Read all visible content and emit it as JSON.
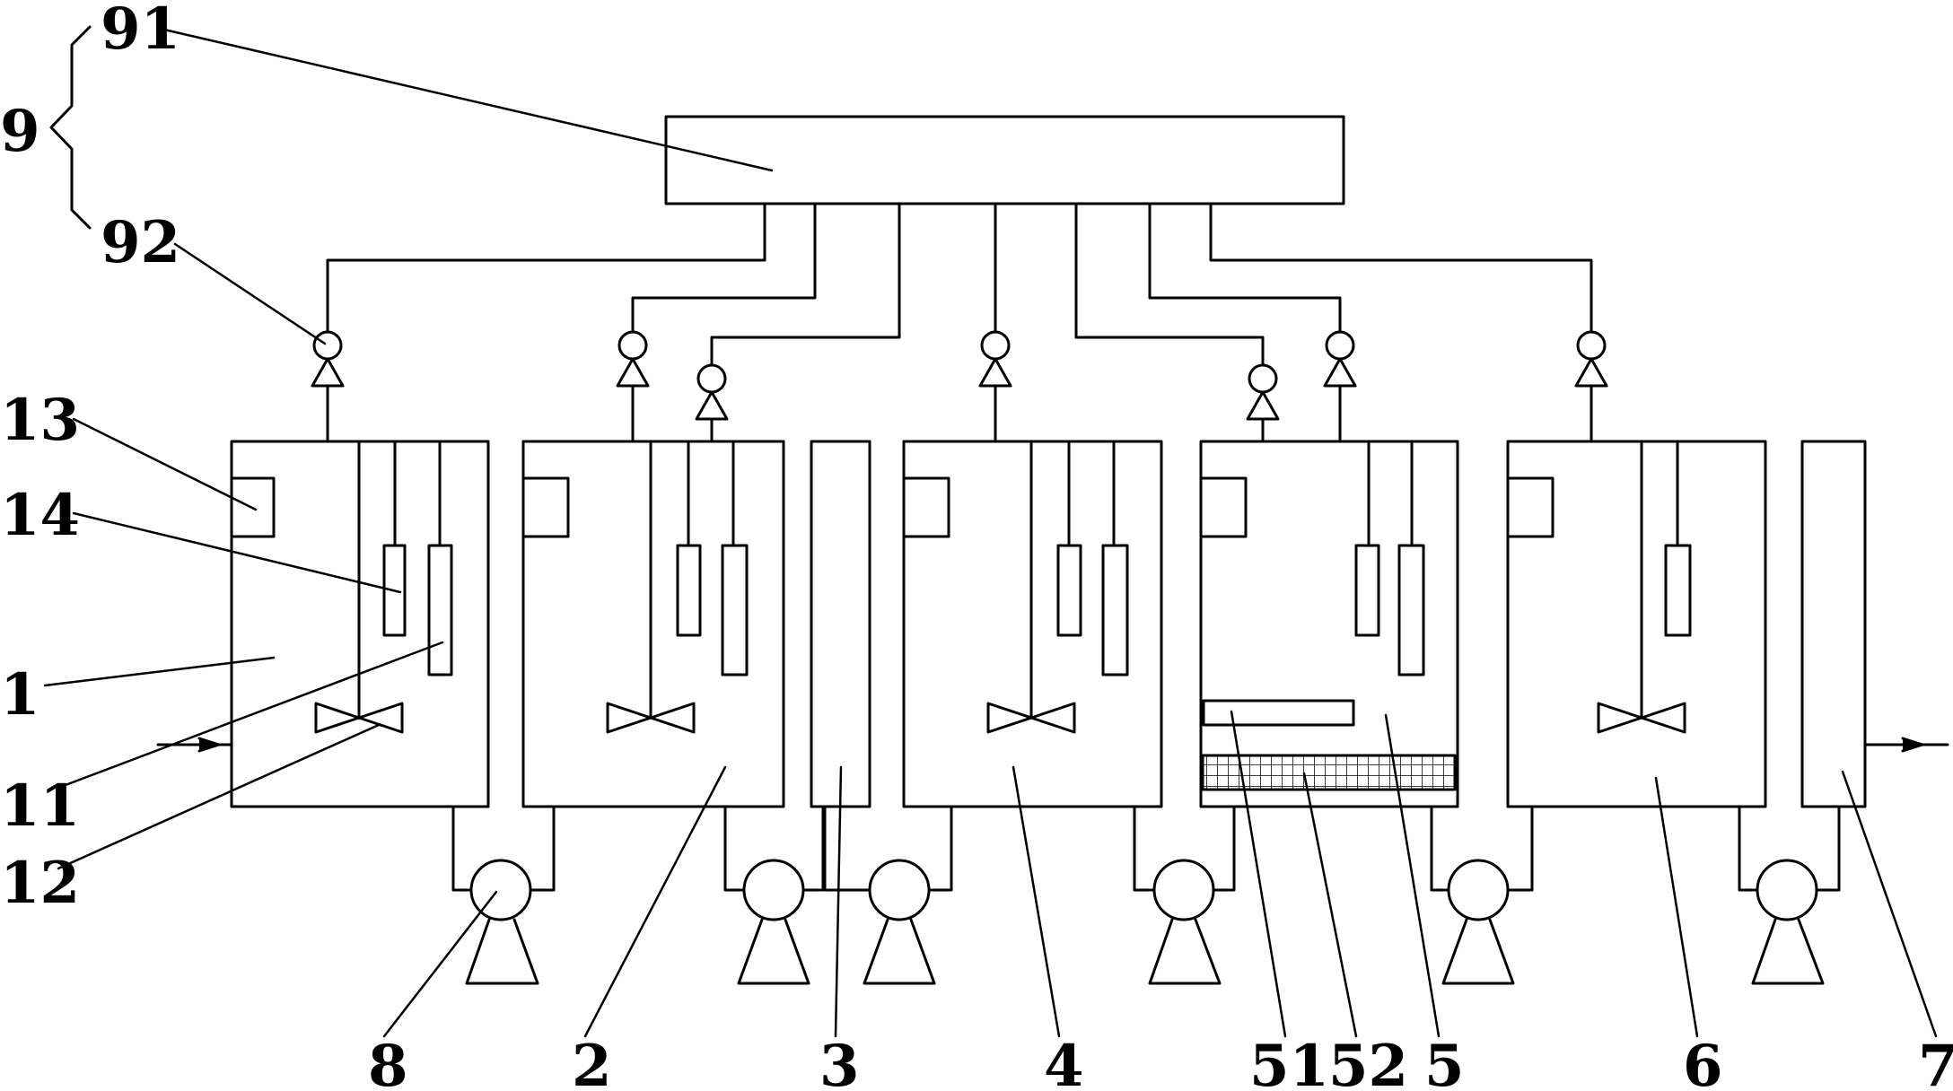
{
  "colors": {
    "line": "#000000",
    "background": "#ffffff"
  },
  "labels": {
    "n9": "9",
    "n91": "91",
    "n92": "92",
    "n13": "13",
    "n14": "14",
    "n1": "1",
    "n11": "11",
    "n12": "12",
    "n8": "8",
    "n2": "2",
    "n3": "3",
    "n4": "4",
    "n51": "51",
    "n52": "52",
    "n5": "5",
    "n6": "6",
    "n7": "7"
  }
}
